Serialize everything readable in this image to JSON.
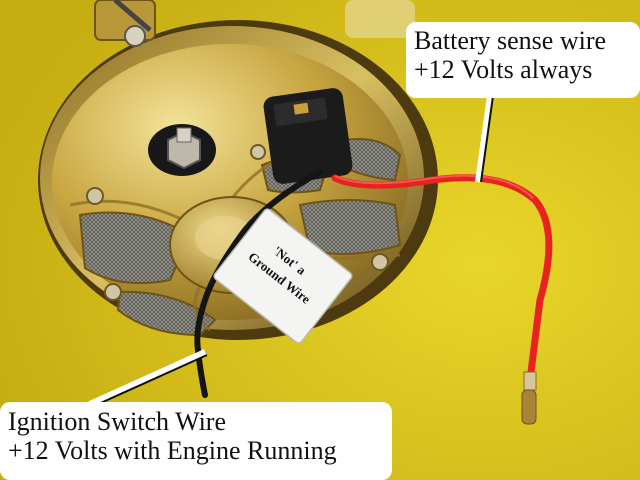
{
  "photo": {
    "subject": "alternator-rear-view",
    "background_color": "#d8c21a",
    "housing_color": "#c8a640",
    "red_wire_color": "#e8231f",
    "black_wire_color": "#151515"
  },
  "tag": {
    "line1": "'Not' a",
    "line2": "Ground Wire"
  },
  "callouts": {
    "battery_sense": {
      "line1": "Battery sense wire",
      "line2": "+12 Volts always"
    },
    "ignition_switch": {
      "line1": "Ignition Switch Wire",
      "line2": "+12 Volts with Engine Running"
    }
  }
}
